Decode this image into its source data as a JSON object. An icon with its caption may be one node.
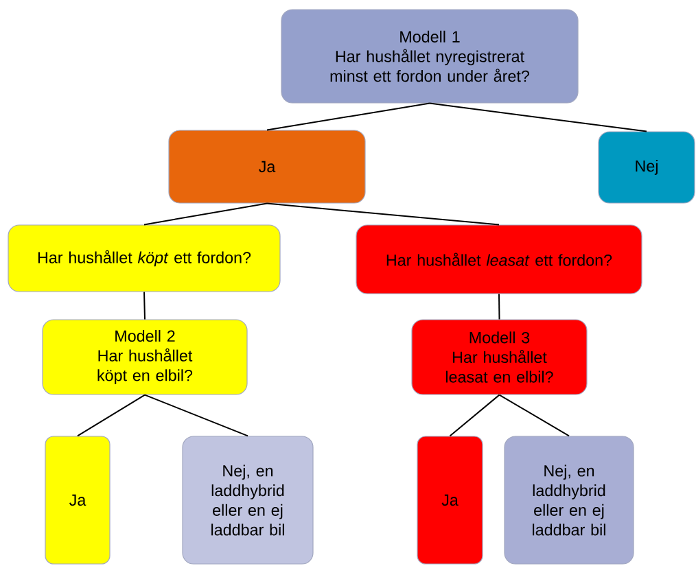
{
  "diagram": {
    "nodes": [
      {
        "text": [
          "Modell 1",
          "Har hushållet nyregistrerat minst ett fordon under året?"
        ]
      },
      {
        "text": [
          "Ja"
        ]
      },
      {
        "text": [
          "Nej"
        ]
      },
      {
        "text": [
          "Har hushållet *köpt* ett fordon?"
        ]
      },
      {
        "text": [
          "Har hushållet *leasat* ett fordon?"
        ]
      },
      {
        "text": [
          "Modell 2",
          "Har hushållet köpt en elbil?"
        ]
      },
      {
        "text": [
          "Modell 3",
          "Har hushållet leasat en elbil?"
        ]
      },
      {
        "text": [
          "Ja"
        ]
      },
      {
        "text": [
          "Nej, en laddhybrid eller en ej laddbar bil"
        ]
      },
      {
        "text": [
          "Ja"
        ]
      },
      {
        "text": [
          "Nej, en laddhybrid eller en ej laddbar bil"
        ]
      }
    ],
    "edges": [
      {
        "from": 0,
        "to": 1,
        "arrow": "none"
      },
      {
        "from": 0,
        "to": 2,
        "arrow": "none"
      },
      {
        "from": 1,
        "to": 3,
        "arrow": "none"
      },
      {
        "from": 1,
        "to": 4,
        "arrow": "none"
      },
      {
        "from": 3,
        "to": 5,
        "arrow": "none"
      },
      {
        "from": 4,
        "to": 6,
        "arrow": "none"
      },
      {
        "from": 5,
        "to": 7,
        "arrow": "none"
      },
      {
        "from": 5,
        "to": 8,
        "arrow": "none"
      },
      {
        "from": 6,
        "to": 9,
        "arrow": "none"
      },
      {
        "from": 6,
        "to": 10,
        "arrow": "none"
      }
    ]
  }
}
